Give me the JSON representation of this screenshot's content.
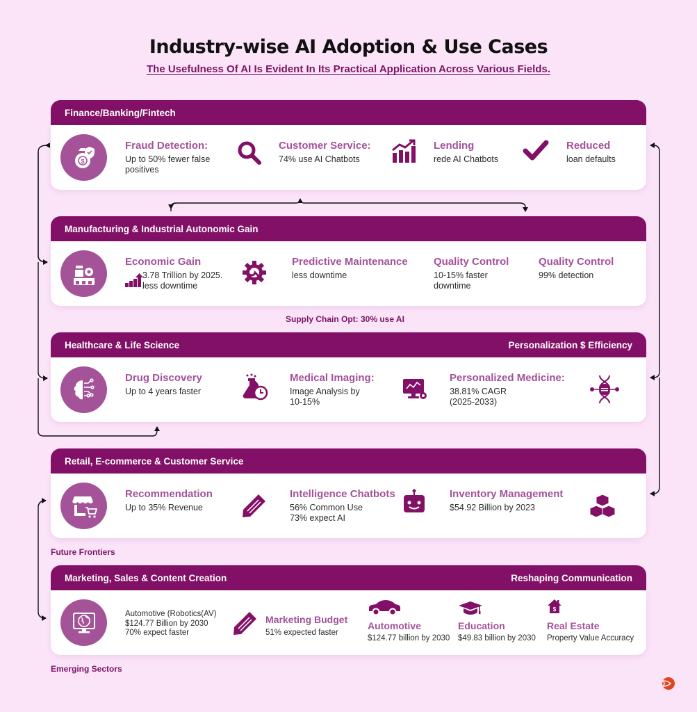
{
  "header": {
    "title": "Industry-wise AI Adoption & Use Cases",
    "subtitle": "The Usefulness Of AI Is Evident In Its Practical Application Across Various Fields."
  },
  "colors": {
    "background": "#fbe3f8",
    "header_bar": "#821066",
    "accent_text": "#a4519a",
    "icon_circle": "#a45399",
    "note_text": "#7b1466",
    "logo": "#e0461c"
  },
  "sections": [
    {
      "title": "Finance/Banking/Fintech",
      "right_label": "",
      "circle_icon": "money-bag-shield-icon",
      "items": [
        {
          "heading": "Fraud Detection:",
          "lines": [
            "Up to 50% fewer false",
            "positives"
          ]
        },
        {
          "icon": "magnifier-icon",
          "heading": "Customer Service:",
          "lines": [
            "74% use AI Chatbots"
          ]
        },
        {
          "icon": "growth-chart-icon",
          "heading": "Lending",
          "lines": [
            "rede AI Chatbots"
          ]
        },
        {
          "icon": "checkmark-icon",
          "heading": "Reduced",
          "lines": [
            "loan defaults"
          ]
        }
      ]
    },
    {
      "title": "Manufacturing & Industrial Autonomic Gain",
      "right_label": "",
      "circle_icon": "factory-gear-icon",
      "items": [
        {
          "icon": "bar-growth-icon",
          "heading": "Economic Gain",
          "lines": [
            "3.78 Trillion by 2025.",
            "less downtime"
          ]
        },
        {
          "icon": "gear-wrench-icon",
          "heading": "Predictive Maintenance",
          "lines": [
            "less downtime"
          ]
        },
        {
          "heading": "Quality Control",
          "lines": [
            "10-15% faster",
            "downtime"
          ]
        },
        {
          "heading": "Quality Control",
          "lines": [
            "99% detection"
          ]
        }
      ],
      "note": "Supply Chain Opt: 30% use AI"
    },
    {
      "title": "Healthcare & Life Science",
      "right_label": "Personalization $ Efficiency",
      "circle_icon": "brain-circuit-icon",
      "items": [
        {
          "heading": "Drug Discovery",
          "lines": [
            "Up to 4 years faster"
          ]
        },
        {
          "icon": "flask-clock-icon",
          "heading": "Medical Imaging:",
          "lines": [
            "Image Analysis by",
            "10-15%"
          ]
        },
        {
          "icon": "monitor-analytics-icon",
          "heading": "Personalized Medicine:",
          "lines": [
            "38.81% CAGR",
            "(2025-2033)"
          ]
        },
        {
          "icon": "dna-icon"
        }
      ]
    },
    {
      "title": "Retail, E-commerce & Customer Service",
      "right_label": "",
      "circle_icon": "store-cart-icon",
      "items": [
        {
          "heading": "Recommendation",
          "lines": [
            "Up to 35% Revenue"
          ]
        },
        {
          "icon": "pencil-icon",
          "heading": "Intelligence Chatbots",
          "lines": [
            "56%  Common Use",
            "73% expect AI"
          ]
        },
        {
          "icon": "robot-icon",
          "heading": "Inventory Management",
          "lines": [
            "$54.92 Billion by 2023"
          ]
        },
        {
          "icon": "boxes-icon"
        }
      ],
      "note": "Future Frontiers"
    },
    {
      "title": "Marketing, Sales & Content Creation",
      "right_label": "Reshaping Communication",
      "circle_icon": "globe-monitor-icon",
      "items": [
        {
          "heading": "",
          "lines": [
            "Automotive (Robotics(AV)",
            "$124.77 Billion by 2030",
            "70% expect faster"
          ]
        },
        {
          "icon": "pencil-icon",
          "heading": "Marketing Budget",
          "lines": [
            "51% expected faster"
          ]
        },
        {
          "icon": "car-icon",
          "heading": "Automotive",
          "lines": [
            "$124.77 billion by 2030"
          ]
        },
        {
          "icon": "graduation-cap-icon",
          "heading": "Education",
          "lines": [
            "$49.83 billion by 2030"
          ]
        },
        {
          "icon": "house-dollar-icon",
          "heading": "Real Estate",
          "lines": [
            "Property Value Accuracy"
          ]
        }
      ],
      "note": "Emerging Sectors"
    }
  ]
}
